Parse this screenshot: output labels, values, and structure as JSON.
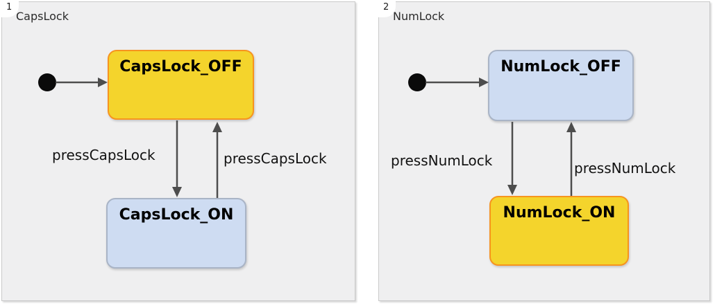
{
  "regions": [
    {
      "number": "1",
      "title": "CapsLock",
      "states": {
        "off": {
          "label": "CapsLock_OFF",
          "active": true
        },
        "on": {
          "label": "CapsLock_ON",
          "active": false
        }
      },
      "transitions": {
        "off_to_on": {
          "label": "pressCapsLock"
        },
        "on_to_off": {
          "label": "pressCapsLock"
        }
      }
    },
    {
      "number": "2",
      "title": "NumLock",
      "states": {
        "off": {
          "label": "NumLock_OFF",
          "active": false
        },
        "on": {
          "label": "NumLock_ON",
          "active": true
        }
      },
      "transitions": {
        "off_to_on": {
          "label": "pressNumLock"
        },
        "on_to_off": {
          "label": "pressNumLock"
        }
      }
    }
  ],
  "colors": {
    "active_state_fill": "#f4d42c",
    "active_state_border": "#f7941e",
    "inactive_state_fill": "#cedcf2",
    "inactive_state_border": "#a9b4c6",
    "region_background": "#efeff0",
    "region_border": "#c9c9c9",
    "arrow": "#4d4d4d",
    "state_text": "#000000"
  }
}
